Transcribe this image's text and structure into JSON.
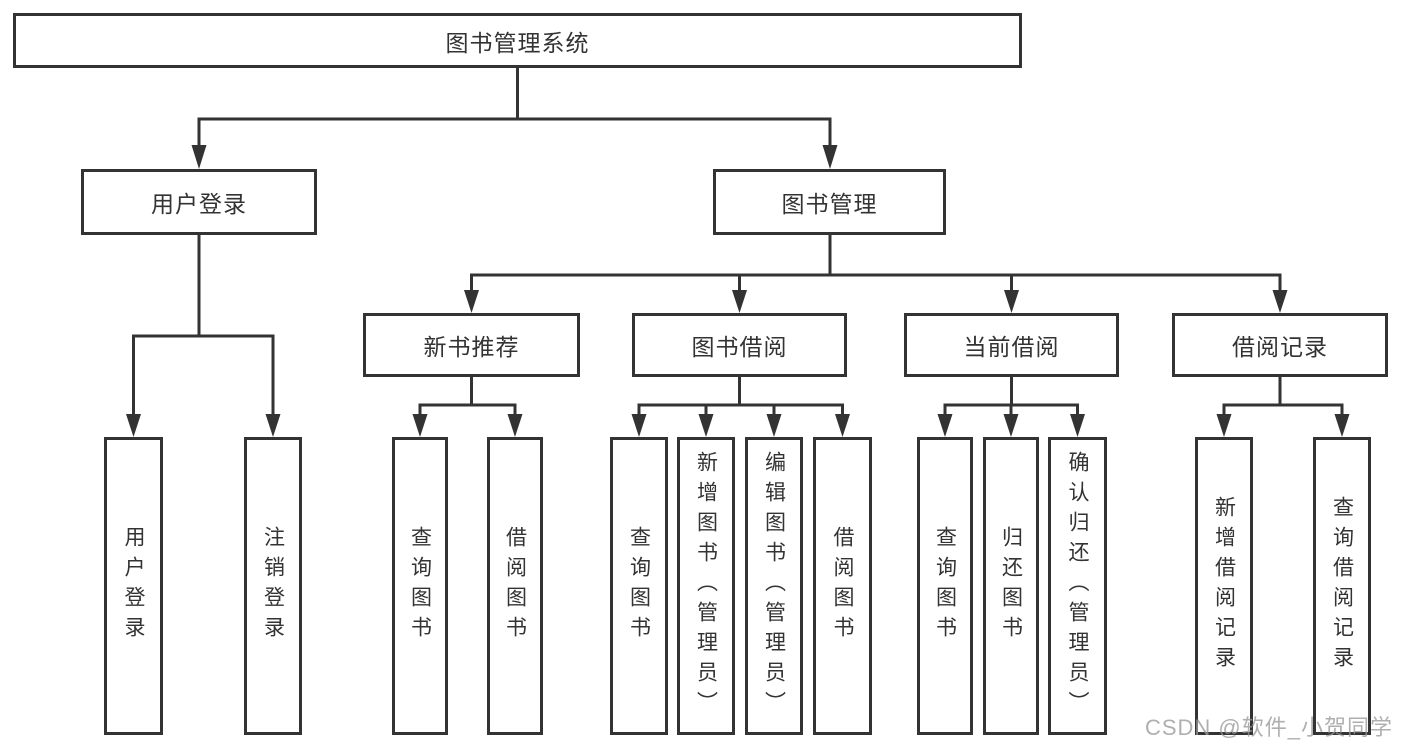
{
  "tree": {
    "root": {
      "label": "图书管理系统"
    },
    "branches": [
      {
        "label": "用户登录",
        "children": [
          {
            "label": "用户登录"
          },
          {
            "label": "注销登录"
          }
        ]
      },
      {
        "label": "图书管理",
        "children": [
          {
            "label": "新书推荐",
            "children": [
              {
                "label": "查询图书"
              },
              {
                "label": "借阅图书"
              }
            ]
          },
          {
            "label": "图书借阅",
            "children": [
              {
                "label": "查询图书"
              },
              {
                "label": "新增图书（管理员）"
              },
              {
                "label": "编辑图书（管理员）"
              },
              {
                "label": "借阅图书"
              }
            ]
          },
          {
            "label": "当前借阅",
            "children": [
              {
                "label": "查询图书"
              },
              {
                "label": "归还图书"
              },
              {
                "label": "确认归还（管理员）"
              }
            ]
          },
          {
            "label": "借阅记录",
            "children": [
              {
                "label": "新增借阅记录"
              },
              {
                "label": "查询借阅记录"
              }
            ]
          }
        ]
      }
    ]
  },
  "watermark": {
    "text": "CSDN @软件_小贺同学",
    "color": "#989898"
  },
  "colors": {
    "line": "#333333",
    "box_border": "#333333",
    "box_background": "#ffffff",
    "label_text": "#333333",
    "page_background": "#ffffff"
  }
}
